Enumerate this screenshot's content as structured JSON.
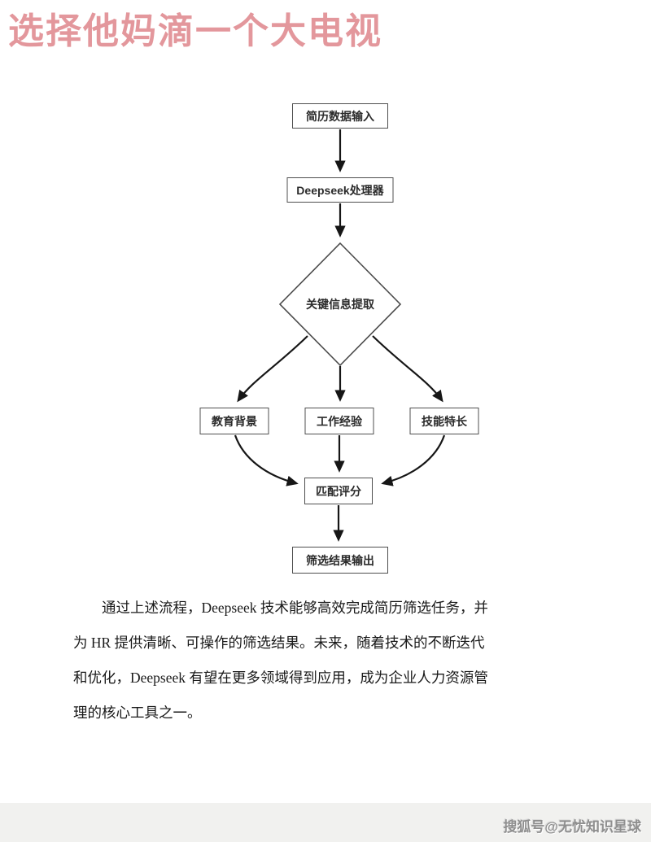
{
  "watermark_title": "选择他妈滴一个大电视",
  "flowchart": {
    "nodes": {
      "input": "简历数据输入",
      "processor": "Deepseek处理器",
      "extract": "关键信息提取",
      "education": "教育背景",
      "experience": "工作经验",
      "skills": "技能特长",
      "score": "匹配评分",
      "output": "筛选结果输出"
    }
  },
  "paragraph": {
    "lines": [
      "通过上述流程，Deepseek 技术能够高效完成简历筛选任务，并",
      "为 HR 提供清晰、可操作的筛选结果。未来，随着技术的不断迭代",
      "和优化，Deepseek 有望在更多领域得到应用，成为企业人力资源管",
      "理的核心工具之一。"
    ]
  },
  "footer": {
    "watermark": "搜狐号@无忧知识星球"
  },
  "colors": {
    "watermark_red": "#db7a80",
    "box_border": "#4f4f4f",
    "arrow": "#161616",
    "footer_bg": "#f1f1ef",
    "footer_text": "#8f8f8f"
  }
}
